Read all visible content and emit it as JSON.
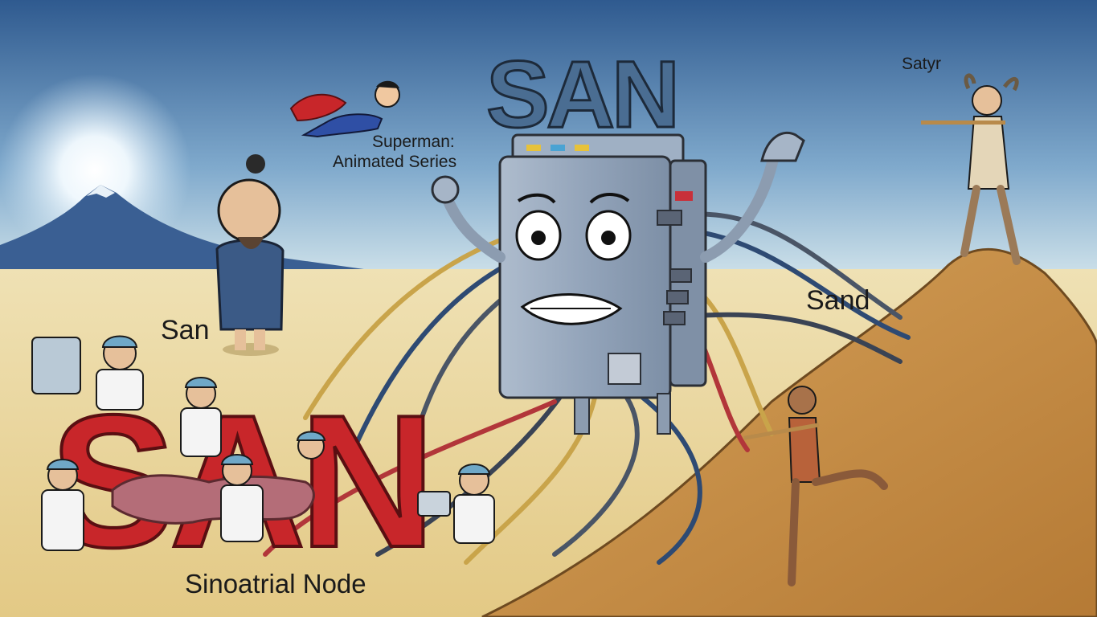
{
  "labels": {
    "big_title": "SAN",
    "red_letters": "SAN",
    "superman_line1": "Superman:",
    "superman_line2": "Animated Series",
    "san": "San",
    "satyr": "Satyr",
    "sand": "Sand",
    "sinoatrial": "Sinoatrial Node"
  },
  "colors": {
    "sky_top": "#2f5a8f",
    "sky_bottom": "#b7d6e8",
    "sand": "#e7d39a",
    "server": "#8e9fb6",
    "red_letters": "#c8262a",
    "big_letters": "#4a6d92"
  }
}
